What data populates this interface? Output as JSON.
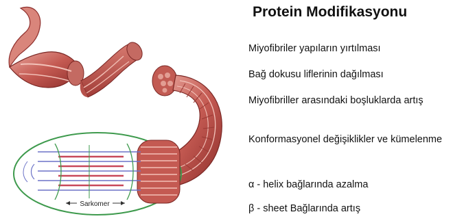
{
  "title": "Protein Modifikasyonu",
  "items": [
    {
      "symbol": "",
      "text": "Miyofibriler yapıların yırtılması"
    },
    {
      "symbol": "",
      "text": "Bağ dokusu liflerinin dağılması"
    },
    {
      "symbol": "",
      "text": "Miyofibriller arasındaki  boşluklarda artış"
    },
    {
      "symbol": "",
      "text": "Konformasyonel değişiklikler ve kümelenme"
    },
    {
      "symbol": "α",
      "text": "- helix bağlarında azalma"
    },
    {
      "symbol": "β",
      "text": "- sheet Bağlarında artış"
    }
  ],
  "figure": {
    "sarcomere_label": "Sarkomer",
    "colors": {
      "muscle": "#c45a52",
      "muscle_dark": "#8e2f2c",
      "muscle_light": "#e3a39a",
      "ellipse": "#3e9a4d",
      "filament_blue": "#6b72c7",
      "filament_red": "#c8485a"
    }
  }
}
